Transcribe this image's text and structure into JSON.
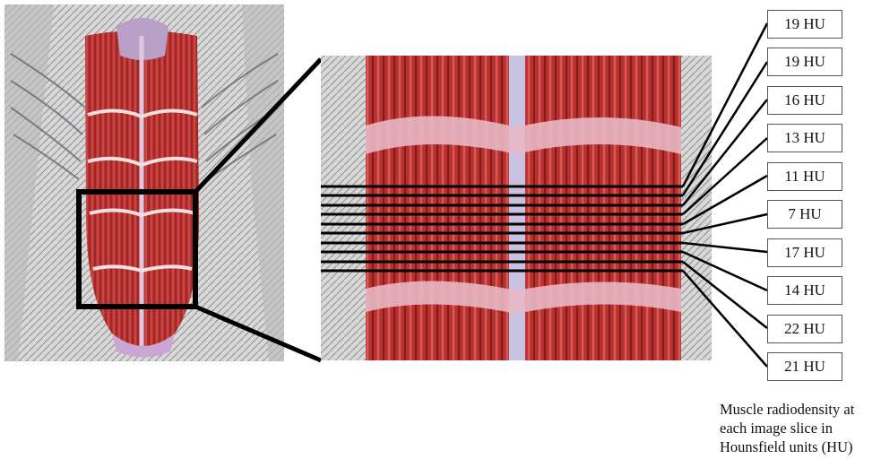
{
  "labels": [
    "19 HU",
    "19 HU",
    "16 HU",
    "13 HU",
    "11 HU",
    "7 HU",
    "17 HU",
    "14 HU",
    "22 HU",
    "21 HU"
  ],
  "caption": "Muscle radiodensity at each image slice in Hounsfield units (HU)",
  "colors": {
    "muscle": "#b8302f",
    "tendon": "#e6c8c8",
    "lines": "#000000",
    "background": "#ffffff"
  }
}
